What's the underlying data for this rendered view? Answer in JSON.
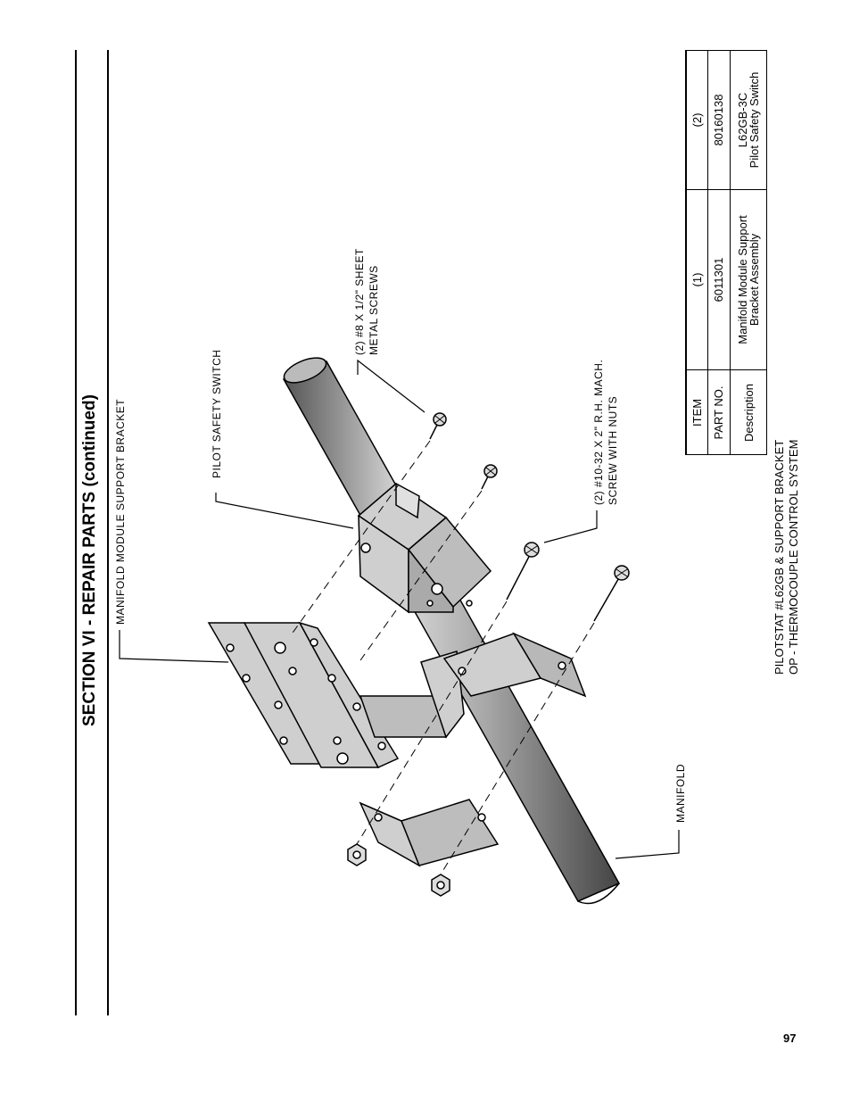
{
  "header": {
    "section_title": "SECTION VI - REPAIR PARTS (continued)"
  },
  "diagram": {
    "callouts": {
      "bracket": "MANIFOLD MODULE SUPPORT BRACKET",
      "pilot_switch": "PILOT SAFETY SWITCH",
      "sheet_screws_1": "(2)  #8  X  1/2\"  SHEET",
      "sheet_screws_2": "METAL  SCREWS",
      "mach_screws_1": "(2)  #10-32  X  2\"  R.H.  MACH.",
      "mach_screws_2": "SCREW  WITH  NUTS",
      "manifold": "MANIFOLD"
    }
  },
  "parts_table": {
    "rows": [
      {
        "label": "ITEM",
        "col1": "(1)",
        "col2": "(2)"
      },
      {
        "label": "PART NO.",
        "col1": "6011301",
        "col2": "80160138"
      },
      {
        "label": "Description",
        "col1_line1": "Manifold Module Support",
        "col1_line2": "Bracket Assembly",
        "col2_line1": "L62GB-3C",
        "col2_line2": "Pilot Safety Switch"
      }
    ]
  },
  "caption": {
    "line1": "PILOTSTAT #L62GB & SUPPORT BRACKET",
    "line2": "OP - THERMOCOUPLE CONTROL SYSTEM"
  },
  "footer": {
    "page_number": "97"
  }
}
